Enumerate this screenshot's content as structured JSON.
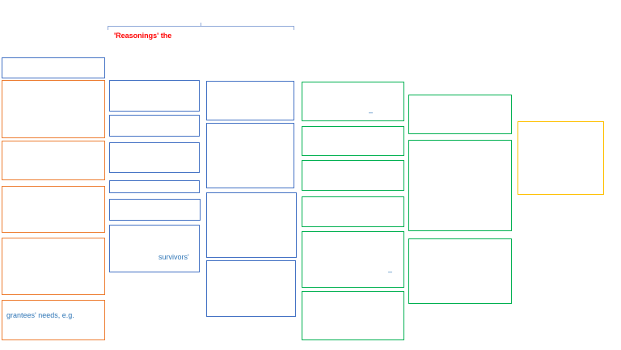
{
  "header": {
    "annotation": "'Reasonings' the"
  },
  "labels": {
    "survivors": "survivors'",
    "grantees": "grantees' needs, e.g.",
    "dash_green_top": "–",
    "dash_green_mid": "–"
  },
  "colors": {
    "blue": "#4472c4",
    "orange": "#ed7d31",
    "green": "#00b050",
    "yellow": "#ffc000",
    "red_text": "#ff0000"
  }
}
